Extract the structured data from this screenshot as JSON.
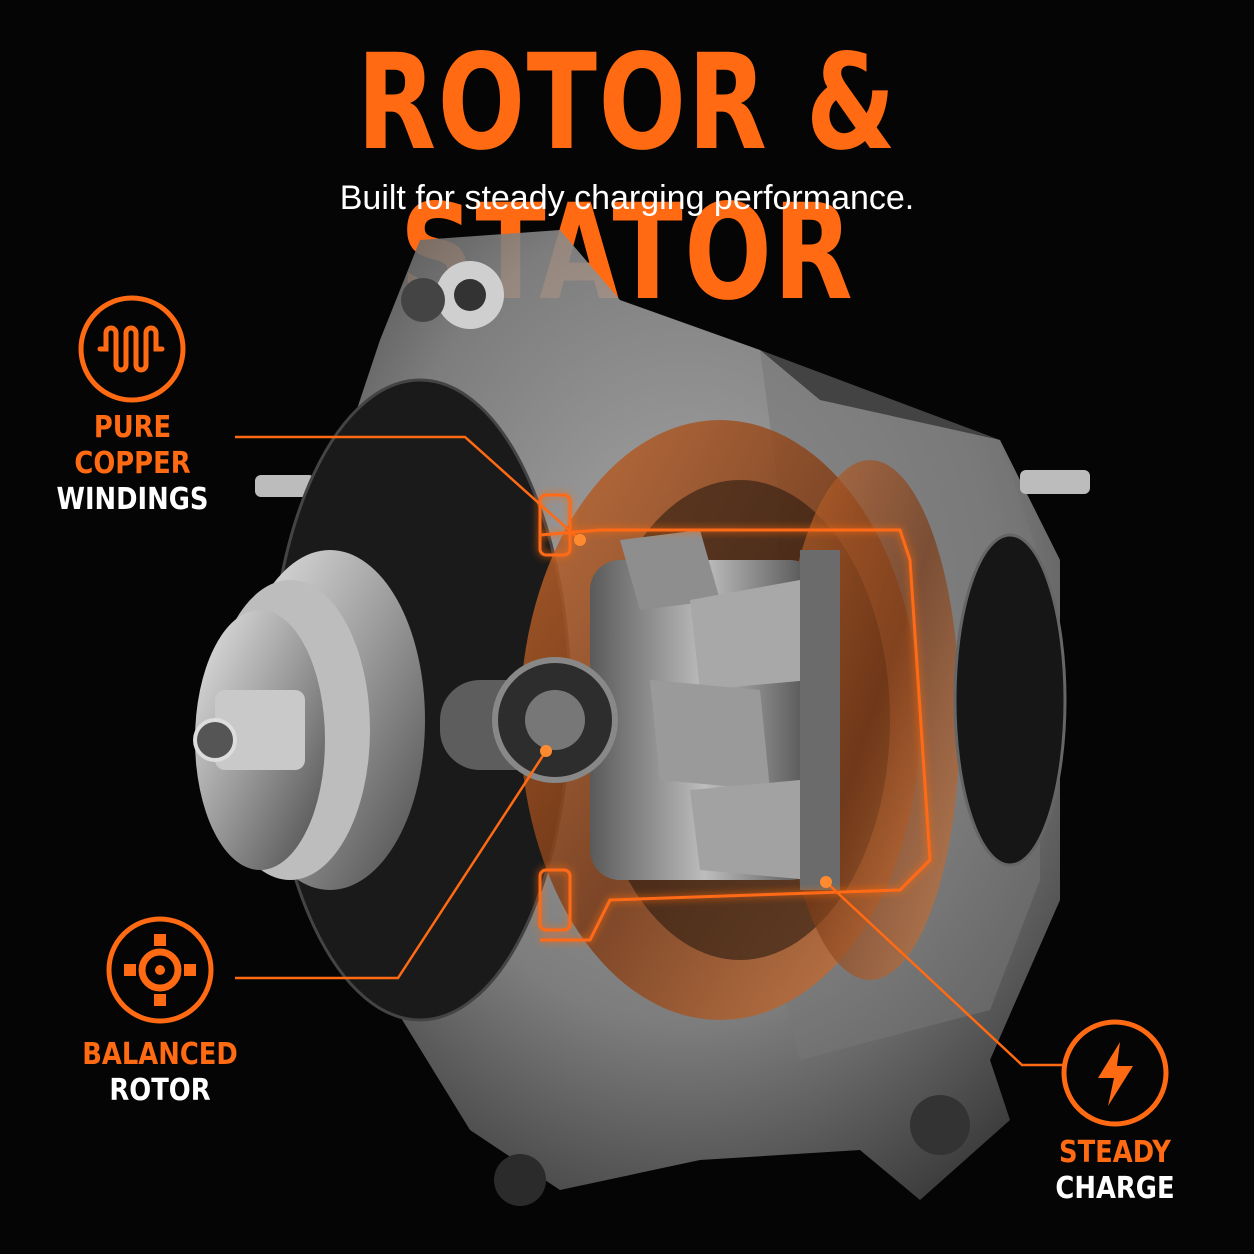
{
  "header": {
    "title": "ROTOR & STATOR",
    "subtitle": "Built for steady charging performance."
  },
  "features": [
    {
      "line1": "PURE COPPER",
      "line2": "WINDINGS",
      "icon": "coil-icon"
    },
    {
      "line1": "BALANCED",
      "line2": "ROTOR",
      "icon": "rotor-icon"
    },
    {
      "line1": "STEADY",
      "line2": "CHARGE",
      "icon": "lightning-bolt-icon"
    }
  ],
  "colors": {
    "accent": "#ff6a13",
    "background": "#050505",
    "text": "#ffffff"
  }
}
